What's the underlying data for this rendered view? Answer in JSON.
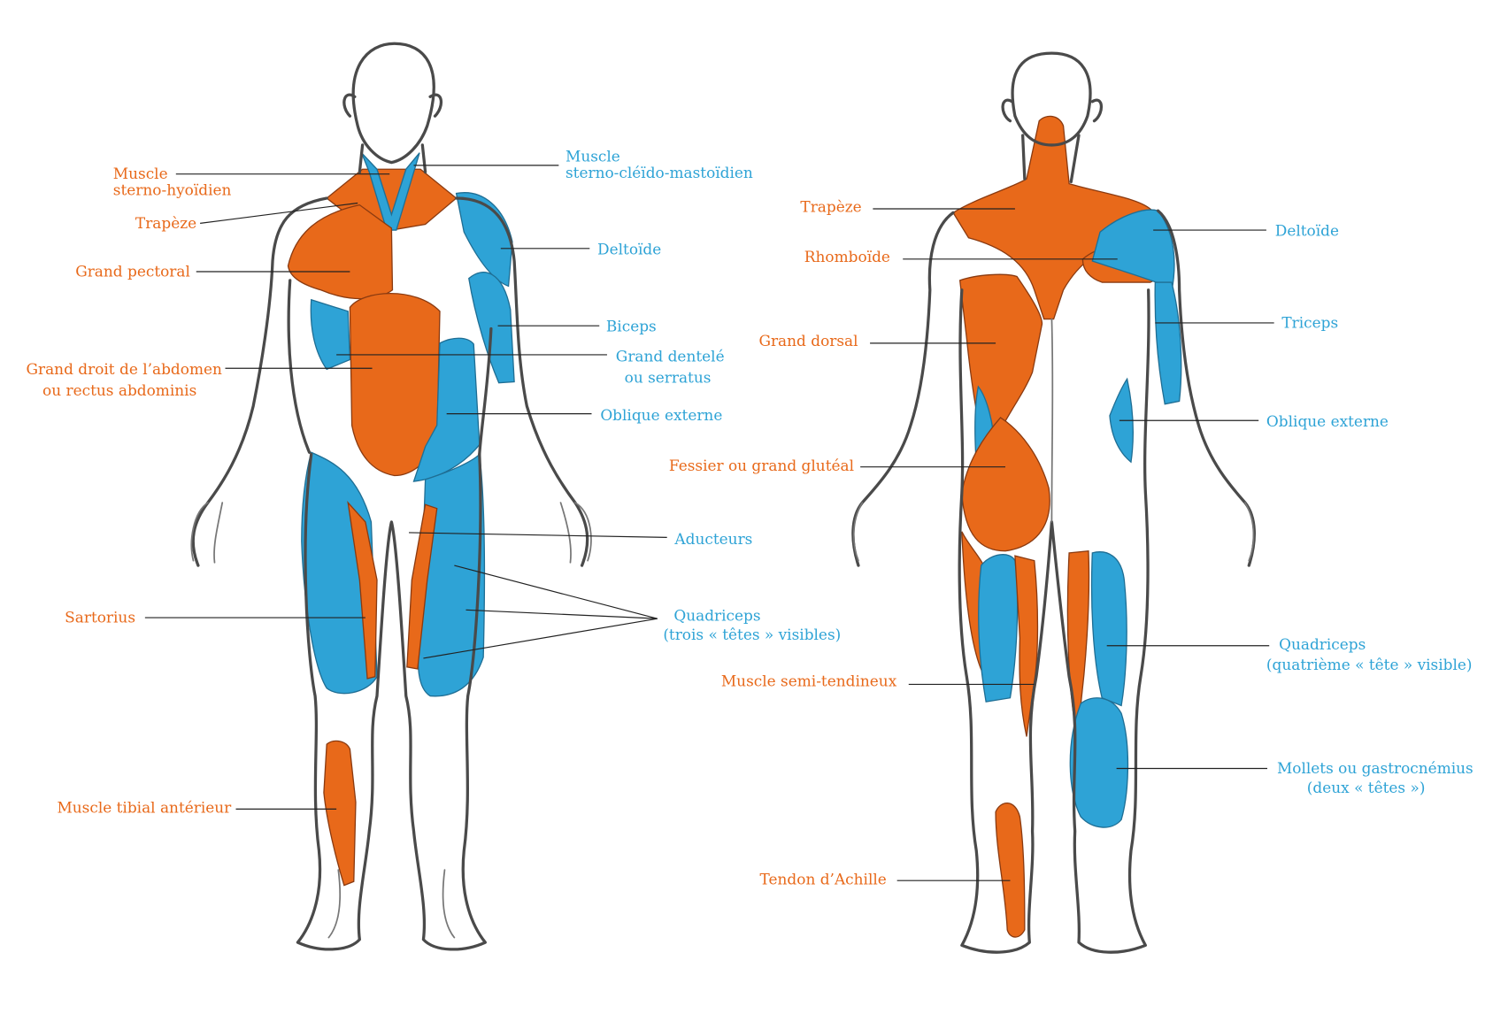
{
  "colors": {
    "orange": "#E8691A",
    "blue": "#2EA3D6"
  },
  "front": {
    "left_labels": [
      {
        "lines": [
          "Muscle",
          "sterno-hyoïdien"
        ]
      },
      {
        "lines": [
          "Trapèze"
        ]
      },
      {
        "lines": [
          "Grand pectoral"
        ]
      },
      {
        "lines": [
          "Grand droit de l’abdomen",
          "ou rectus abdominis"
        ]
      },
      {
        "lines": [
          "Sartorius"
        ]
      },
      {
        "lines": [
          "Muscle tibial antérieur"
        ]
      }
    ],
    "right_labels": [
      {
        "lines": [
          "Muscle",
          "sterno-cléïdo-mastoïdien"
        ]
      },
      {
        "lines": [
          "Deltoïde"
        ]
      },
      {
        "lines": [
          "Biceps"
        ]
      },
      {
        "lines": [
          "Grand dentelé",
          "ou serratus"
        ]
      },
      {
        "lines": [
          "Oblique externe"
        ]
      },
      {
        "lines": [
          "Aducteurs"
        ]
      },
      {
        "lines": [
          "Quadriceps",
          "(trois « têtes » visibles)"
        ]
      }
    ]
  },
  "back": {
    "left_labels": [
      {
        "lines": [
          "Trapèze"
        ]
      },
      {
        "lines": [
          "Rhomboïde"
        ]
      },
      {
        "lines": [
          "Grand dorsal"
        ]
      },
      {
        "lines": [
          "Fessier ou grand glutéal"
        ]
      },
      {
        "lines": [
          "Muscle semi-tendineux"
        ]
      },
      {
        "lines": [
          "Tendon d’Achille"
        ]
      }
    ],
    "right_labels": [
      {
        "lines": [
          "Deltoïde"
        ]
      },
      {
        "lines": [
          "Triceps"
        ]
      },
      {
        "lines": [
          "Oblique externe"
        ]
      },
      {
        "lines": [
          "Quadriceps",
          "(quatrième « tête » visible)"
        ]
      },
      {
        "lines": [
          "Mollets ou gastrocnémius",
          "(deux « têtes »)"
        ]
      }
    ]
  }
}
